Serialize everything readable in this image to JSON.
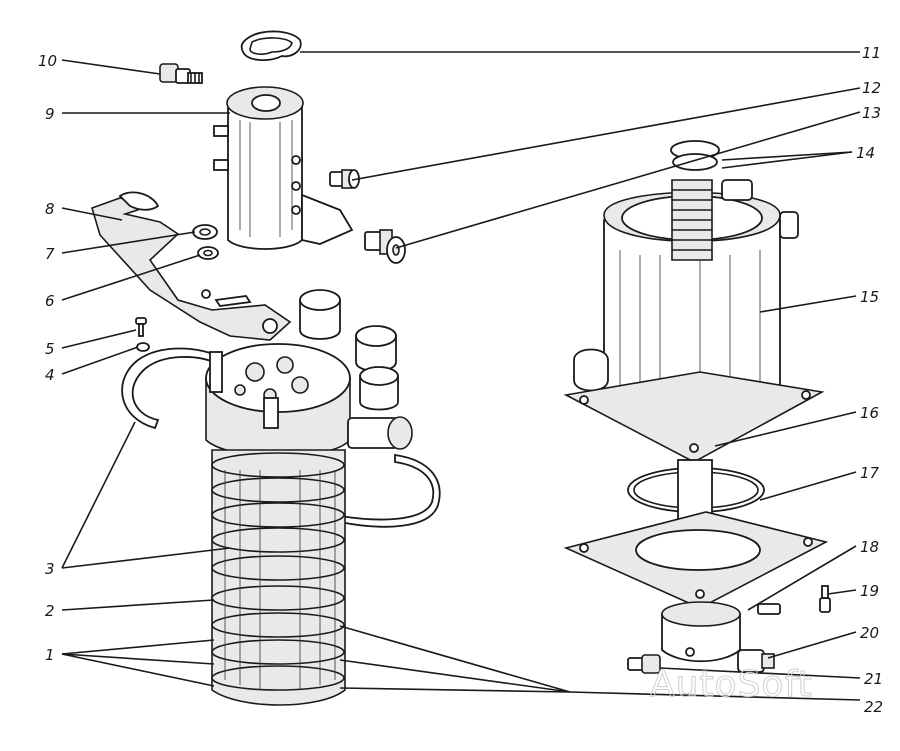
{
  "labels": {
    "n1": "1",
    "n2": "2",
    "n3": "3",
    "n4": "4",
    "n5": "5",
    "n6": "6",
    "n7": "7",
    "n8": "8",
    "n9": "9",
    "n10": "10",
    "n11": "11",
    "n12": "12",
    "n13": "13",
    "n14": "14",
    "n15": "15",
    "n16": "16",
    "n17": "17",
    "n18": "18",
    "n19": "19",
    "n20": "20",
    "n21": "21",
    "n22": "22"
  },
  "watermark": "AutoSoft"
}
